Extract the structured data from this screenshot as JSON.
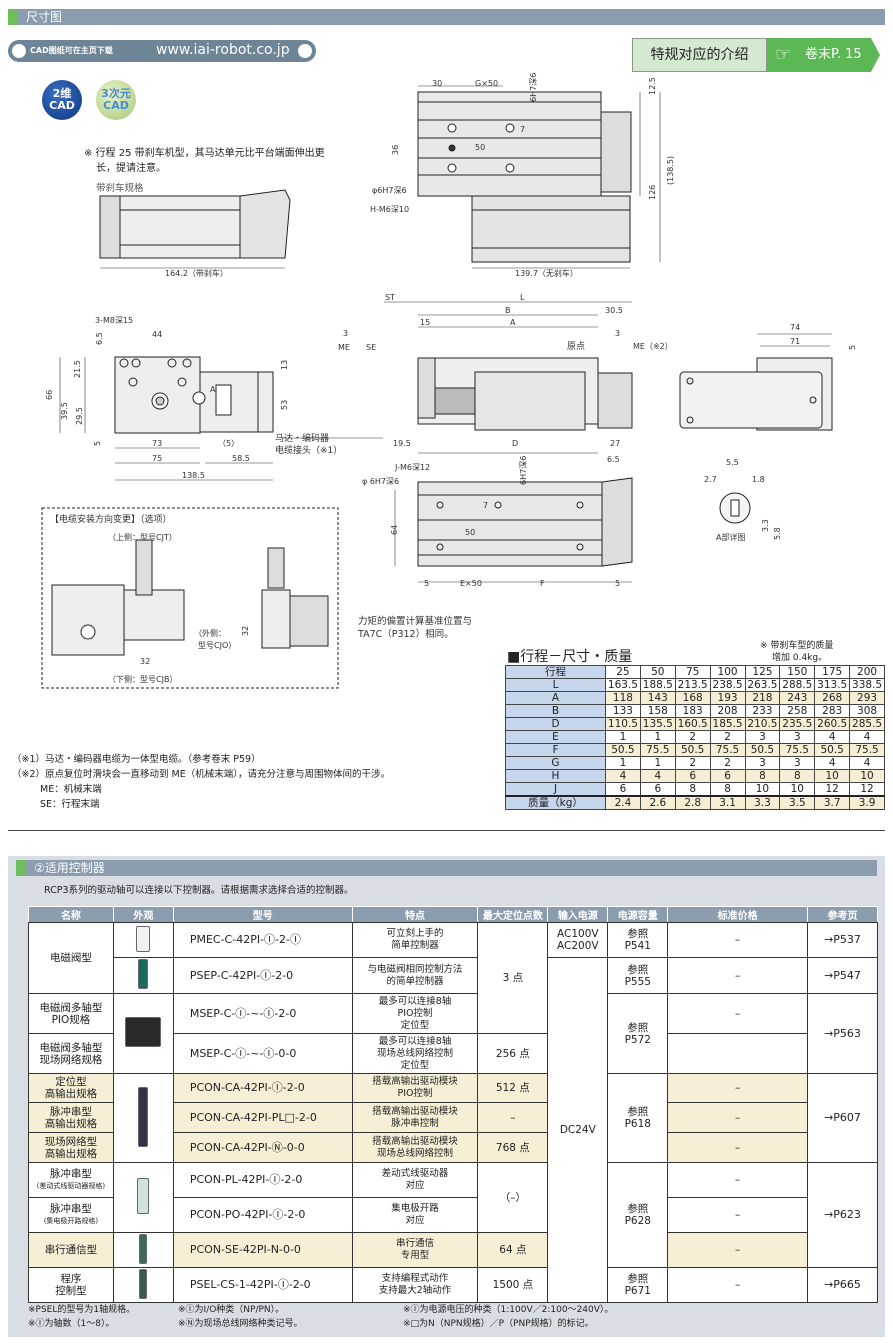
{
  "section1": {
    "title": "尺寸图"
  },
  "cad": {
    "download_text": "CAD图纸可在主页下载",
    "url": "www.iai-robot.co.jp",
    "badge_2d": "2维\nCAD",
    "badge_3d": "3次元\nCAD"
  },
  "special": {
    "label": "特规对应的介绍",
    "link": "卷末P. 15",
    "icon": "pointing-hand-icon"
  },
  "drawing_notes": {
    "stroke25_note_line1": "※ 行程 25 带刹车机型，其马达单元比平台端面伸出更",
    "stroke25_note_line2": "长，提请注意。",
    "brake_spec": "带刹车规格",
    "torque_note_line1": "力矩的偏置计算基准位置与",
    "torque_note_line2": "TA7C（P312）相同。"
  },
  "labels": {
    "d30": "30",
    "g50": "G×50",
    "h7_6": "6H7深6",
    "d12_5": "12.5",
    "d36": "36",
    "d7": "7",
    "d50": "50",
    "d126": "126",
    "d138_5": "(138.5)",
    "phi6": "φ6H7深6",
    "hm6": "H-M6深10",
    "len_brake": "164.2（带刹车）",
    "len_nobrake": "139.7（无刹车）",
    "m8": "3-M8深15",
    "d44": "44",
    "d6_5": "6.5",
    "d21_5": "21.5",
    "d66": "66",
    "d39_5": "39.5",
    "d29_5": "29.5",
    "d5": "5",
    "d13": "13",
    "d53": "53",
    "d73": "73",
    "d75": "75",
    "p5": "（5）",
    "d58_5": "58.5",
    "d138": "138.5",
    "cable1": "马达・编码器",
    "cable2": "电缆接头（※1）",
    "A": "A",
    "ST": "ST",
    "L": "L",
    "B": "B",
    "d30_5": "30.5",
    "d15": "15",
    "Alab": "A",
    "d3": "3",
    "ME": "ME",
    "SE": "SE",
    "origin": "原点",
    "me2": "ME（※2）",
    "d19_5": "19.5",
    "D": "D",
    "d27": "27",
    "d6_5b": "6.5",
    "d74": "74",
    "d71": "71",
    "d5r": "5",
    "jm6": "J-M6深12",
    "phi6b": "φ 6H7深6",
    "h7_6b": "6H7深6",
    "d7b": "7",
    "d50b": "50",
    "d64": "64",
    "d5b": "5",
    "e50": "E×50",
    "F": "F",
    "d5c": "5",
    "d5_5": "5.5",
    "d2_7": "2.7",
    "d1_8": "1.8",
    "d3_3": "3.3",
    "d5_8": "5.8",
    "adetail": "A部详图",
    "cable_title": "【电缆安装方向变更】（选项）",
    "cable_top": "（上侧：型号CJT）",
    "cable_out1": "（外侧：",
    "cable_out2": "型号CJO）",
    "cable_bottom": "（下侧：型号CJB）",
    "d32a": "32",
    "d32b": "32"
  },
  "footnotes": [
    "（※1）马达・编码器电缆为一体型电缆。（参考卷末 P59）",
    "（※2）原点复位时滑块会一直移动到 ME（机械末端），请充分注意与周围物体间的干涉。",
    "ME：机械末端",
    "SE：行程末端"
  ],
  "stroke_table": {
    "title": "■行程－尺寸・质量",
    "note_line1": "※ 带刹车型的质量",
    "note_line2": "增加 0.4kg。",
    "header": "行程",
    "strokes": [
      "25",
      "50",
      "75",
      "100",
      "125",
      "150",
      "175",
      "200"
    ],
    "rows": [
      {
        "label": "L",
        "values": [
          "163.5",
          "188.5",
          "213.5",
          "238.5",
          "263.5",
          "288.5",
          "313.5",
          "338.5"
        ]
      },
      {
        "label": "A",
        "values": [
          "118",
          "143",
          "168",
          "193",
          "218",
          "243",
          "268",
          "293"
        ]
      },
      {
        "label": "B",
        "values": [
          "133",
          "158",
          "183",
          "208",
          "233",
          "258",
          "283",
          "308"
        ]
      },
      {
        "label": "D",
        "values": [
          "110.5",
          "135.5",
          "160.5",
          "185.5",
          "210.5",
          "235.5",
          "260.5",
          "285.5"
        ]
      },
      {
        "label": "E",
        "values": [
          "1",
          "1",
          "2",
          "2",
          "3",
          "3",
          "4",
          "4"
        ]
      },
      {
        "label": "F",
        "values": [
          "50.5",
          "75.5",
          "50.5",
          "75.5",
          "50.5",
          "75.5",
          "50.5",
          "75.5"
        ]
      },
      {
        "label": "G",
        "values": [
          "1",
          "1",
          "2",
          "2",
          "3",
          "3",
          "4",
          "4"
        ]
      },
      {
        "label": "H",
        "values": [
          "4",
          "4",
          "6",
          "6",
          "8",
          "8",
          "10",
          "10"
        ]
      },
      {
        "label": "J",
        "values": [
          "6",
          "6",
          "8",
          "8",
          "10",
          "10",
          "12",
          "12"
        ]
      },
      {
        "label": "质量（kg）",
        "values": [
          "2.4",
          "2.6",
          "2.8",
          "3.1",
          "3.3",
          "3.5",
          "3.7",
          "3.9"
        ]
      }
    ]
  },
  "section2": {
    "title": "②适用控制器",
    "intro": "RCP3系列的驱动轴可以连接以下控制器。请根据需求选择合适的控制器。",
    "headers": [
      "名称",
      "外观",
      "型号",
      "特点",
      "最大定位点数",
      "输入电源",
      "电源容量",
      "标准价格",
      "参考页"
    ],
    "rows": [
      {
        "name": "电磁阀型",
        "model": "PMEC-C-42PI-Ⓘ-2-Ⓘ",
        "feature": "可立刻上手的\n简单控制器",
        "points": "3 点",
        "power": "AC100V\nAC200V",
        "capacity": "参照\nP541",
        "price": "–",
        "page": "→P537"
      },
      {
        "model": "PSEP-C-42PI-Ⓘ-2-0",
        "feature": "与电磁阀相同控制方法\n的简单控制器",
        "power": "DC24V",
        "capacity": "参照\nP555",
        "price": "–",
        "page": "→P547"
      },
      {
        "name": "电磁阀多轴型\nPIO规格",
        "model": "MSEP-C-Ⓘ-~-Ⓘ-2-0",
        "feature": "最多可以连接8轴\nPIO控制\n定位型",
        "capacity": "参照\nP572",
        "price": "–",
        "page": "→P563"
      },
      {
        "name": "电磁阀多轴型\n现场网络规格",
        "model": "MSEP-C-Ⓘ-~-Ⓘ-0-0",
        "feature": "最多可以连接8轴\n现场总线网络控制\n定位型",
        "points": "256 点"
      },
      {
        "name": "定位型\n高输出规格",
        "model": "PCON-CA-42PI-Ⓘ-2-0",
        "feature": "搭载高输出驱动模块\nPIO控制",
        "points": "512 点",
        "capacity": "参照\nP618",
        "price": "–",
        "page": "→P607"
      },
      {
        "name": "脉冲串型\n高输出规格",
        "model": "PCON-CA-42PI-PL□-2-0",
        "feature": "搭载高输出驱动模块\n脉冲串控制",
        "points": "–",
        "price": "–"
      },
      {
        "name": "现场网络型\n高输出规格",
        "model": "PCON-CA-42PI-Ⓝ-0-0",
        "feature": "搭载高输出驱动模块\n现场总线网络控制",
        "points": "768 点",
        "price": "–"
      },
      {
        "name": "脉冲串型",
        "sub": "(差动式线驱动器规格)",
        "model": "PCON-PL-42PI-Ⓘ-2-0",
        "feature": "差动式线驱动器\n对应",
        "points": "（–）",
        "capacity": "参照\nP628",
        "price": "–",
        "page": "→P623"
      },
      {
        "name": "脉冲串型",
        "sub": "(集电极开路规格)",
        "model": "PCON-PO-42PI-Ⓘ-2-0",
        "feature": "集电极开路\n对应",
        "price": "–"
      },
      {
        "name": "串行通信型",
        "model": "PCON-SE-42PI-N-0-0",
        "feature": "串行通信\n专用型",
        "points": "64 点",
        "price": "–"
      },
      {
        "name": "程序\n控制型",
        "model": "PSEL-CS-1-42PI-Ⓘ-2-0",
        "feature": "支持编程式动作\n支持最大2轴动作",
        "points": "1500 点",
        "capacity": "参照\nP671",
        "price": "–",
        "page": "→P665"
      }
    ],
    "footnotes": [
      "※PSEL的型号为1轴规格。",
      "※Ⓘ为I/O种类（NP/PN）。",
      "※Ⓘ为电源电压的种类（1:100V／2:100～240V）。",
      "※Ⓘ为轴数（1～8）。",
      "※Ⓝ为现场总线网络种类记号。",
      "※□为N（NPN规格）／P（PNP规格）的标记。"
    ]
  },
  "colors": {
    "section_bar": "#8a9cad",
    "accent_green": "#5cb755",
    "highlight": "#f6efd6",
    "header_blue": "#c6d6ec"
  }
}
